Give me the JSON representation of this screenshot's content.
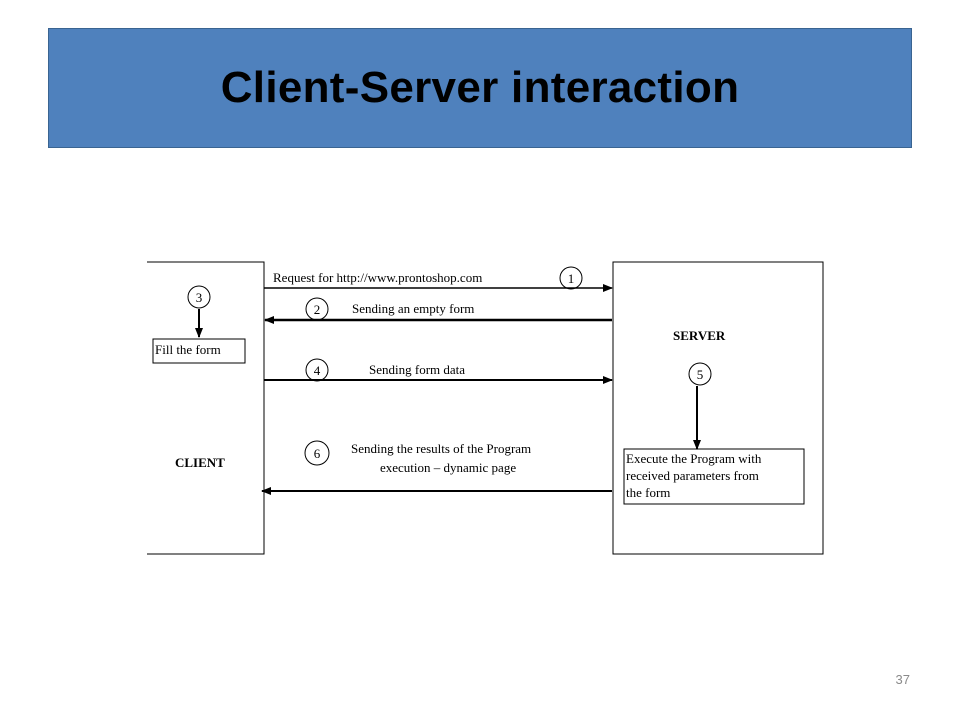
{
  "slide": {
    "title": "Client-Server interaction",
    "page_number": "37"
  },
  "diagram": {
    "client_label": "CLIENT",
    "server_label": "SERVER",
    "client_box_text": "Fill the form",
    "server_box_lines": [
      "Execute the Program with",
      "received parameters from",
      "the form"
    ],
    "steps": [
      {
        "number": "1",
        "label_lines": [
          "Request for http://www.prontoshop.com"
        ],
        "direction": "client-to-server"
      },
      {
        "number": "2",
        "label_lines": [
          "Sending an empty form"
        ],
        "direction": "server-to-client"
      },
      {
        "number": "3",
        "label_lines": [],
        "direction": "client-internal"
      },
      {
        "number": "4",
        "label_lines": [
          "Sending form data"
        ],
        "direction": "client-to-server"
      },
      {
        "number": "5",
        "label_lines": [],
        "direction": "server-internal"
      },
      {
        "number": "6",
        "label_lines": [
          "Sending the results of the Program",
          "execution – dynamic page"
        ],
        "direction": "server-to-client"
      }
    ]
  }
}
